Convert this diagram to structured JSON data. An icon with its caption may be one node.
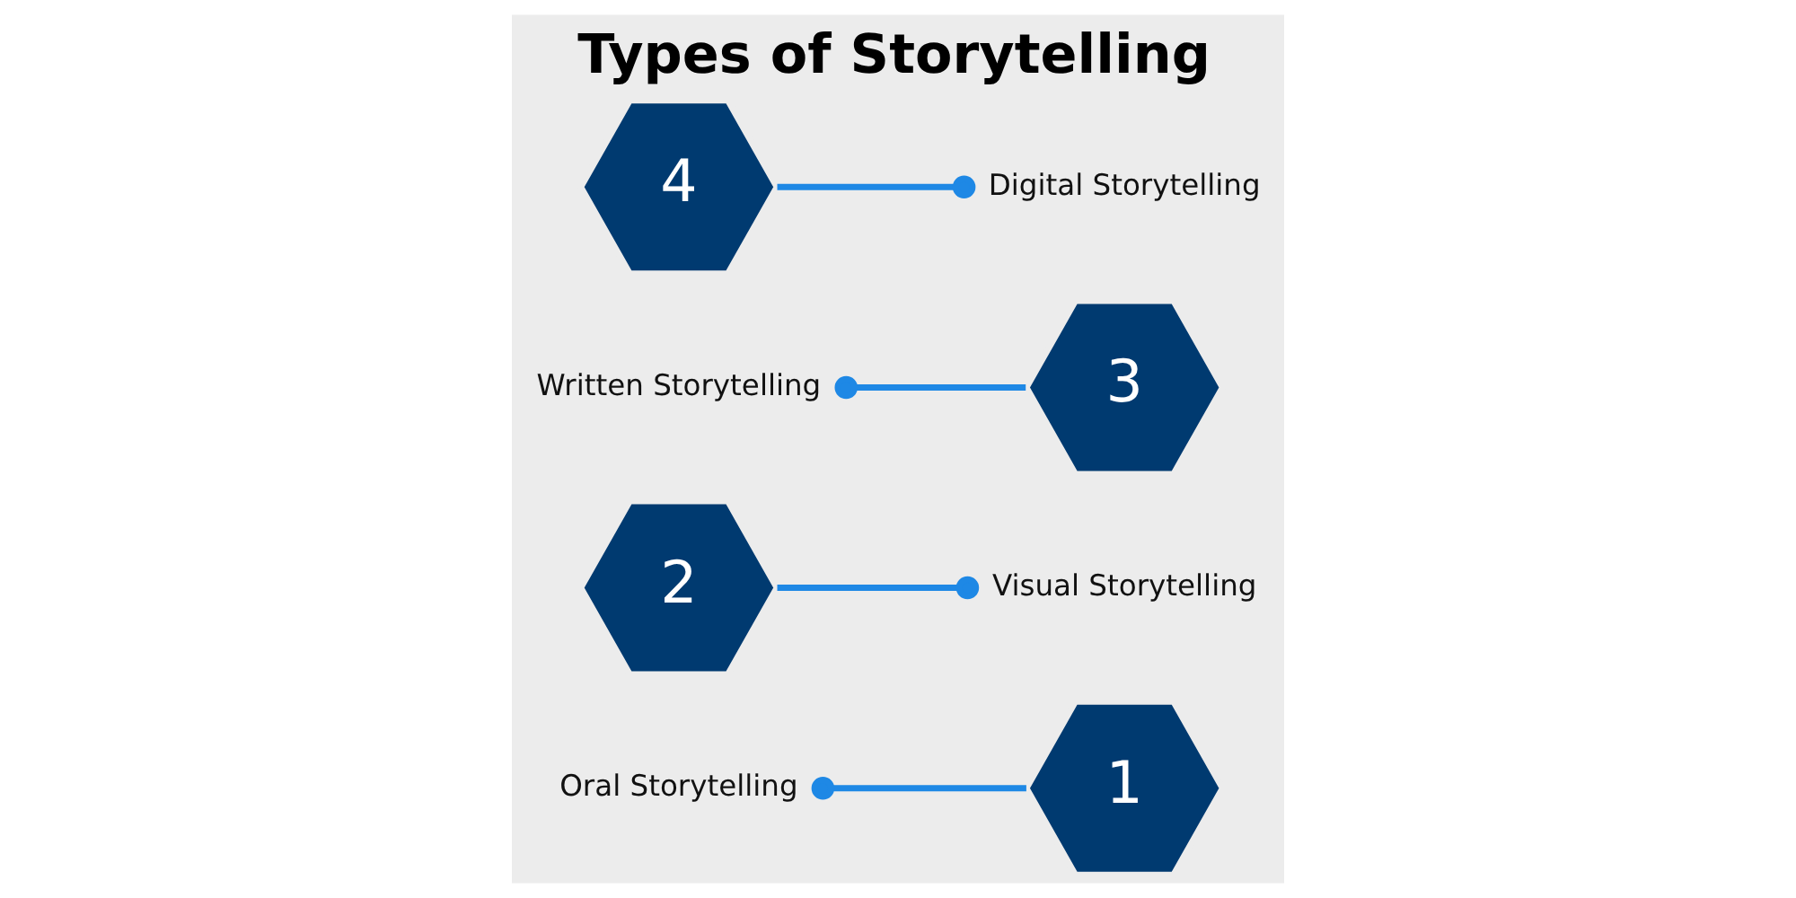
{
  "diagram": {
    "title": "Types of Storytelling",
    "nodes": [
      {
        "text": [
          "1"
        ]
      },
      {
        "text": [
          "2"
        ]
      },
      {
        "text": [
          "3"
        ]
      },
      {
        "text": [
          "4"
        ]
      },
      {
        "text": [
          "Oral Storytelling"
        ]
      },
      {
        "text": [
          "Visual Storytelling"
        ]
      },
      {
        "text": [
          "Written Storytelling"
        ]
      },
      {
        "text": [
          "Digital Storytelling"
        ]
      }
    ],
    "edges": [
      {
        "from": 4,
        "to": 0,
        "arrow": "other"
      },
      {
        "from": 5,
        "to": 1,
        "arrow": "other"
      },
      {
        "from": 6,
        "to": 2,
        "arrow": "other"
      },
      {
        "from": 7,
        "to": 3,
        "arrow": "other"
      }
    ]
  }
}
